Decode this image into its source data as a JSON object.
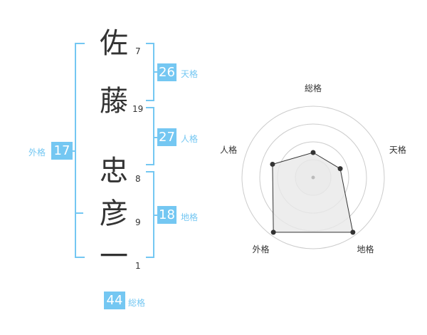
{
  "name": {
    "chars": [
      {
        "char": "佐",
        "strokes": "7"
      },
      {
        "char": "藤",
        "strokes": "19"
      },
      {
        "char": "忠",
        "strokes": "8"
      },
      {
        "char": "彦",
        "strokes": "9"
      },
      {
        "char": "一",
        "strokes": "1"
      }
    ]
  },
  "fortune": {
    "tenkaku": {
      "label": "天格",
      "value": "26"
    },
    "jinkaku": {
      "label": "人格",
      "value": "27"
    },
    "chikaku": {
      "label": "地格",
      "value": "18"
    },
    "gaikaku": {
      "label": "外格",
      "value": "17"
    },
    "soukaku": {
      "label": "総格",
      "value": "44"
    }
  },
  "chart_data": {
    "type": "radar",
    "axes": [
      "総格",
      "天格",
      "地格",
      "外格",
      "人格"
    ],
    "values": [
      0.35,
      0.4,
      0.95,
      0.95,
      0.6
    ],
    "range": [
      0,
      1
    ],
    "rings": 4,
    "colors": {
      "fill": "#e9e9e9",
      "stroke": "#333333",
      "grid": "#cccccc"
    }
  }
}
